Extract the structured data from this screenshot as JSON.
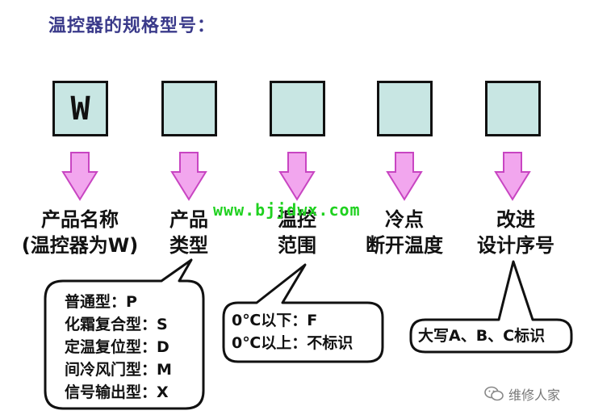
{
  "title": "温控器的规格型号：",
  "boxes": [
    {
      "letter": "W",
      "label": [
        "产品名称",
        "(温控器为W)"
      ]
    },
    {
      "letter": "",
      "label": [
        "产品",
        "类型"
      ]
    },
    {
      "letter": "",
      "label": [
        "温控",
        "范围"
      ]
    },
    {
      "letter": "",
      "label": [
        "冷点",
        "断开温度"
      ]
    },
    {
      "letter": "",
      "label": [
        "改进",
        "设计序号"
      ]
    }
  ],
  "watermark": "www.bjjdwx.com",
  "callouts": {
    "type_codes": [
      "普通型：P",
      "化霜复合型：S",
      "定温复位型：D",
      "间冷风门型：M",
      "信号输出型：X"
    ],
    "range_codes": [
      "0℃以下：F",
      "0℃以上：不标识"
    ],
    "revision_note": "大写A、B、C标识"
  },
  "footer": {
    "icon": "wechat-icon",
    "text": "维修人家"
  },
  "colors": {
    "box_fill": "#c8e6e3",
    "arrow_fill": "#f2a6ee",
    "title": "#3a3a8a",
    "watermark": "#1fd11f"
  }
}
